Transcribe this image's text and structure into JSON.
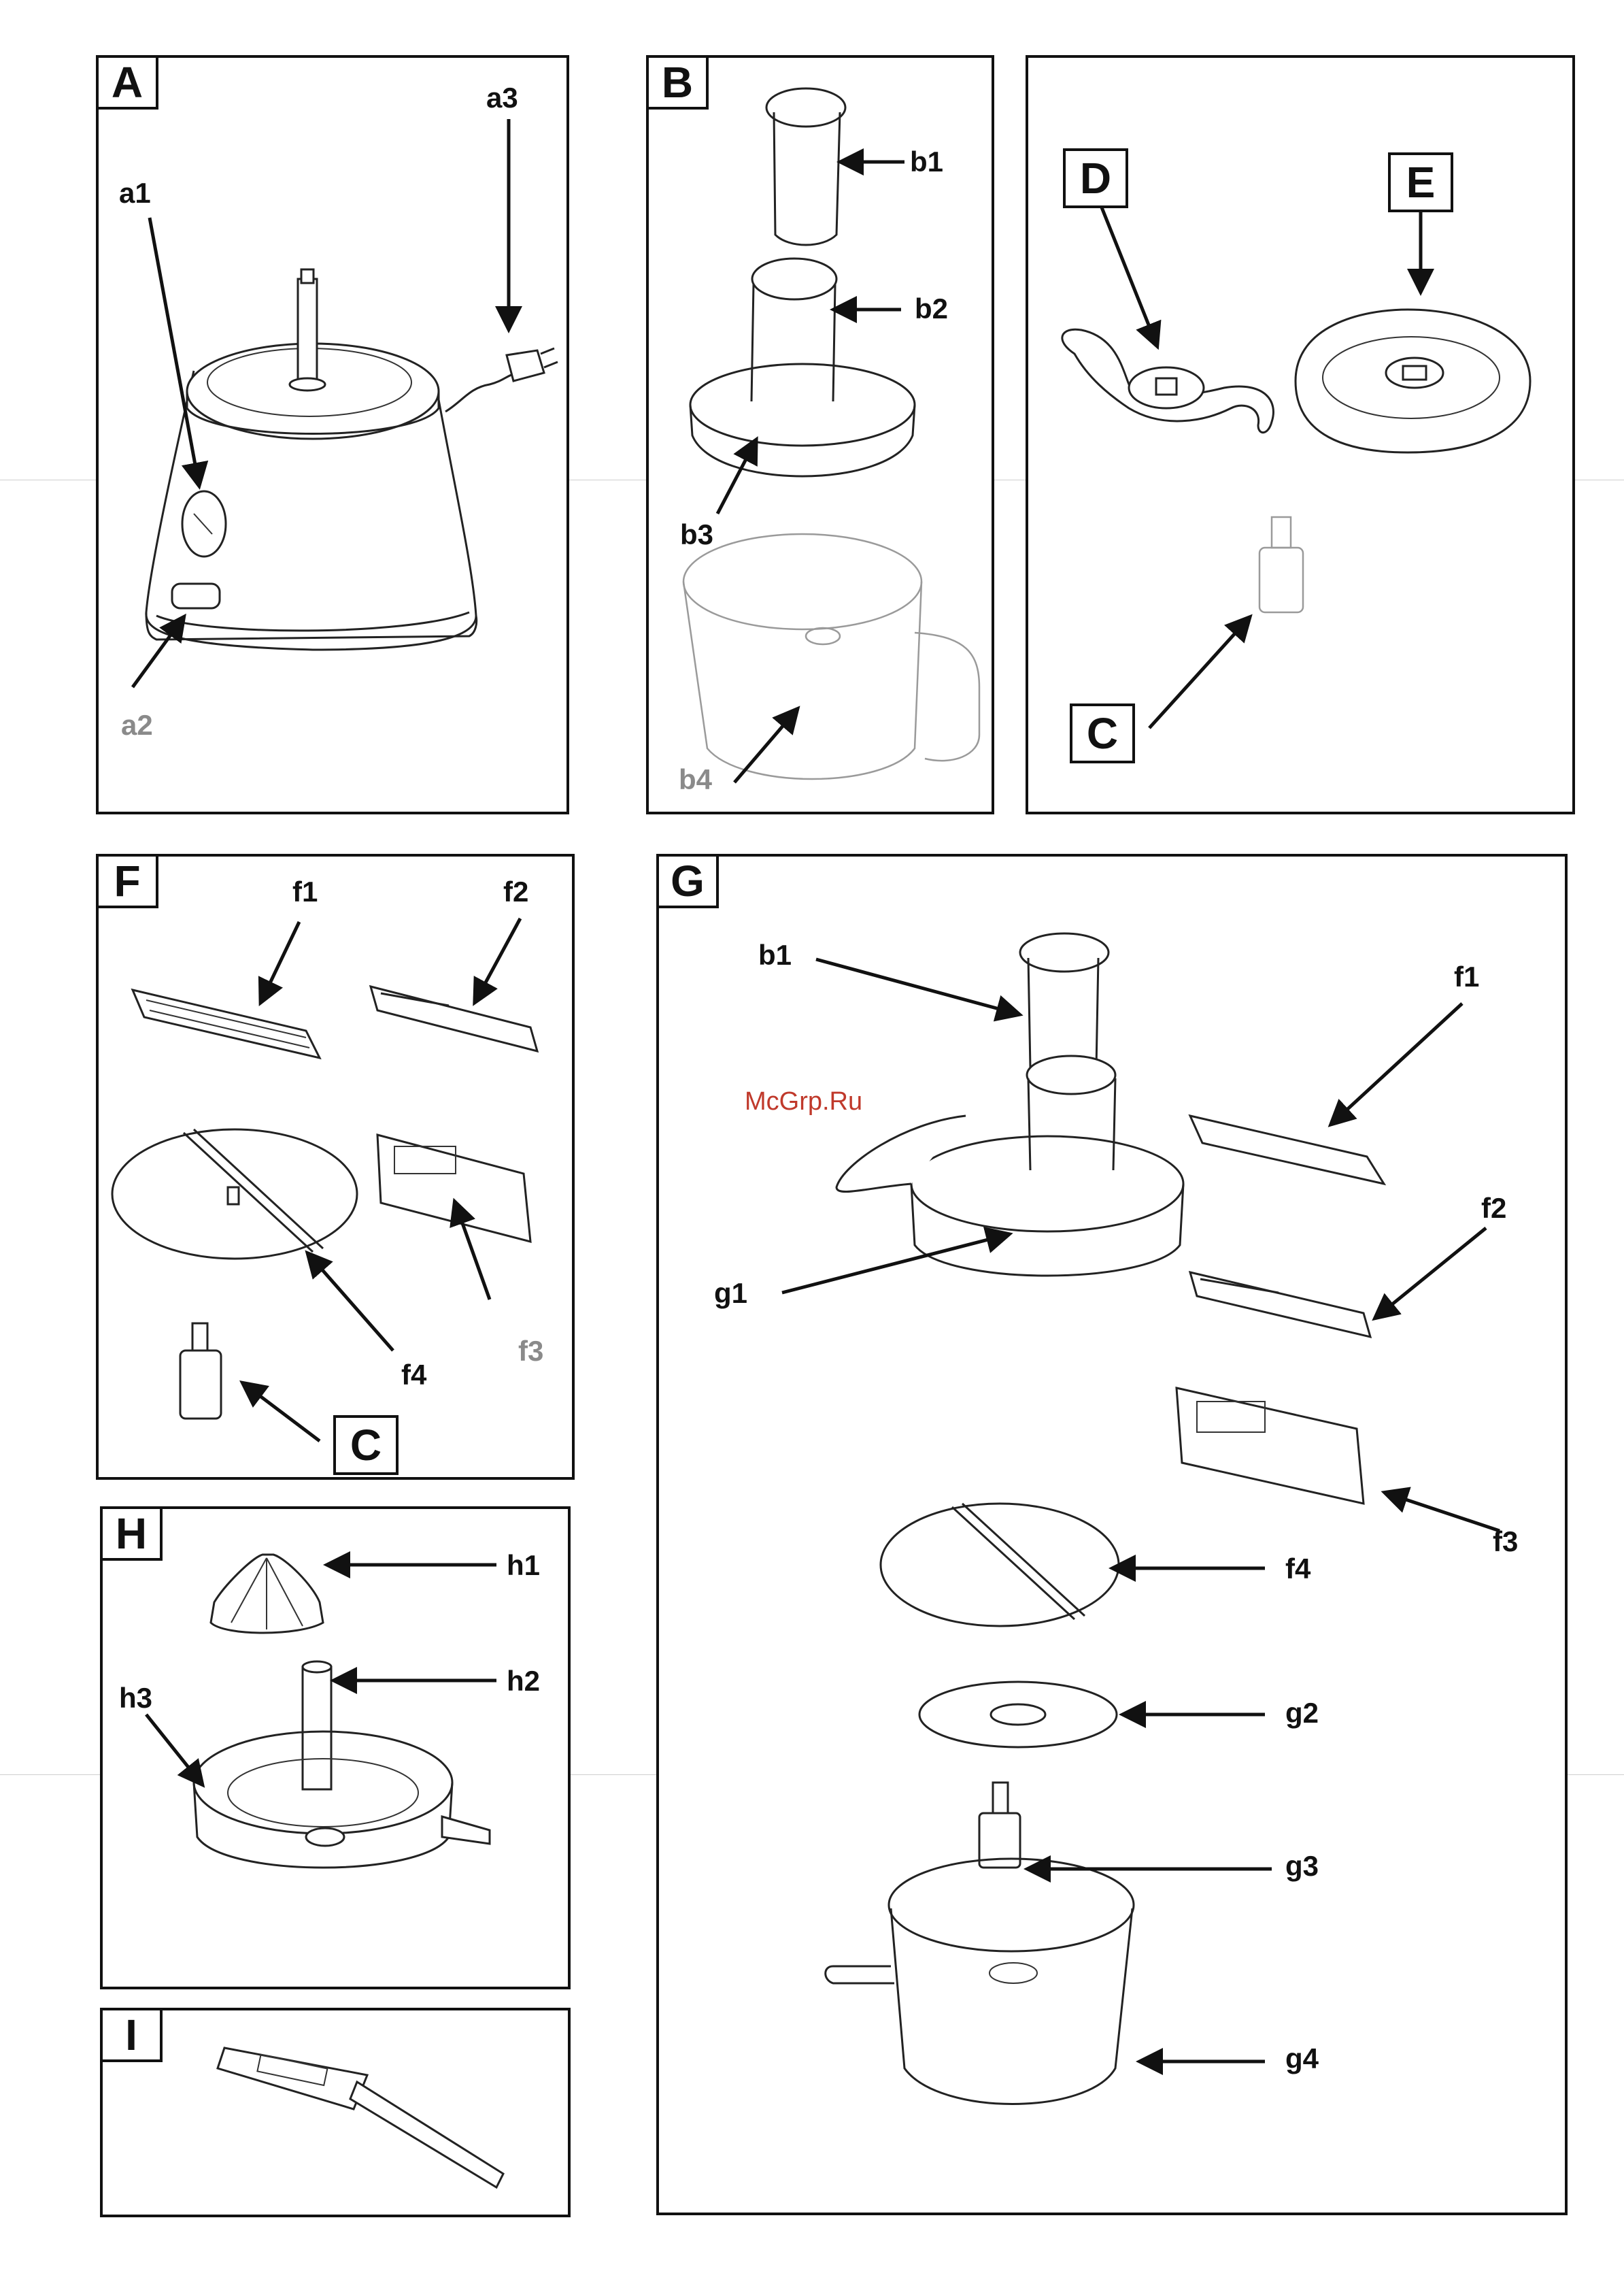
{
  "panels": {
    "A": {
      "letter": "A",
      "labels": {
        "a1": "a1",
        "a2": "a2",
        "a3": "a3"
      }
    },
    "B": {
      "letter": "B",
      "labels": {
        "b1": "b1",
        "b2": "b2",
        "b3": "b3",
        "b4": "b4"
      }
    },
    "DEC": {
      "D": "D",
      "E": "E",
      "C": "C"
    },
    "F": {
      "letter": "F",
      "labels": {
        "f1": "f1",
        "f2": "f2",
        "f3": "f3",
        "f4": "f4"
      },
      "C": "C"
    },
    "G": {
      "letter": "G",
      "labels": {
        "b1": "b1",
        "g1": "g1",
        "f1": "f1",
        "f2": "f2",
        "f3": "f3",
        "f4": "f4",
        "g2": "g2",
        "g3": "g3",
        "g4": "g4"
      }
    },
    "H": {
      "letter": "H",
      "labels": {
        "h1": "h1",
        "h2": "h2",
        "h3": "h3"
      }
    },
    "I": {
      "letter": "I"
    }
  },
  "watermark": "McGrp.Ru",
  "colors": {
    "ink": "#111111",
    "watermark": "#c0392b",
    "faded_label": "#8a8a8a"
  }
}
